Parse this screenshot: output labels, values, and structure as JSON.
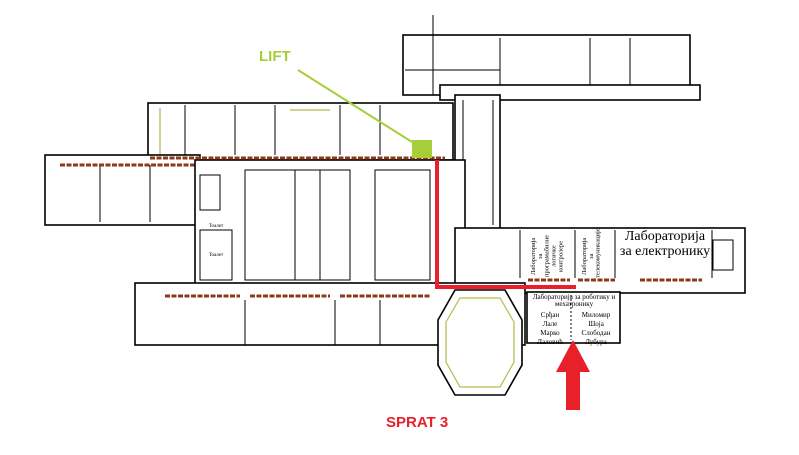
{
  "title": "SPRAT 3",
  "lift_label": "LIFT",
  "rooms": {
    "plc_lab": "Лабораторија за програмабилне логичке контролере",
    "telecom_lab": "Лабораторија за телекомуникације",
    "electronics_lab": "Лабораторија за електронику",
    "robotics_lab": "Лабораторија за роботику и мехатронику",
    "robotics_people_left": [
      "Срђан",
      "Лале",
      "Марко",
      "Лаловић"
    ],
    "robotics_people_right": [
      "Миломир",
      "Шоја",
      "Слободан",
      "Лубура"
    ],
    "toilet_1": "Тоалет",
    "toilet_2": "Тоалет"
  },
  "colors": {
    "route": "#e8202a",
    "lift": "#a6ce39",
    "wall_accent": "#b8b84a",
    "window_strip": "#8b3a1a"
  }
}
